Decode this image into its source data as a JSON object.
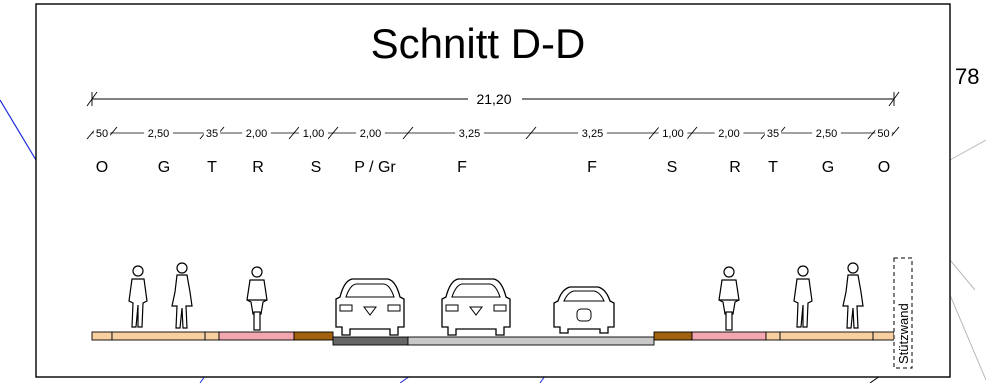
{
  "title": "Schnitt D-D",
  "side_number": "78",
  "total_width": "21,20",
  "segment_dims": [
    "50",
    "2,50",
    "35",
    "2,00",
    "1,00",
    "2,00",
    "3,25",
    "3,25",
    "1,00",
    "2,00",
    "35",
    "2,50",
    "50"
  ],
  "zone_labels": [
    "O",
    "G",
    "T",
    "R",
    "S",
    "P / Gr",
    "F",
    "F",
    "S",
    "R",
    "T",
    "G",
    "O"
  ],
  "wall_label": "Stützwand",
  "colors": {
    "sidewalk": "#f7cfa0",
    "bikelane": "#f2a7b0",
    "separator": "#a0620f",
    "parking": "#666666",
    "roadway": "#c8c8c8",
    "line": "#000000",
    "accent_blue": "#1b2bd9",
    "frame_bg": "#ffffff"
  },
  "icons": [
    "pedestrian-icon",
    "pedestrian-icon",
    "cyclist-icon",
    "car-front-icon",
    "car-front-icon",
    "car-rear-icon",
    "cyclist-icon",
    "pedestrian-icon",
    "pedestrian-icon"
  ]
}
